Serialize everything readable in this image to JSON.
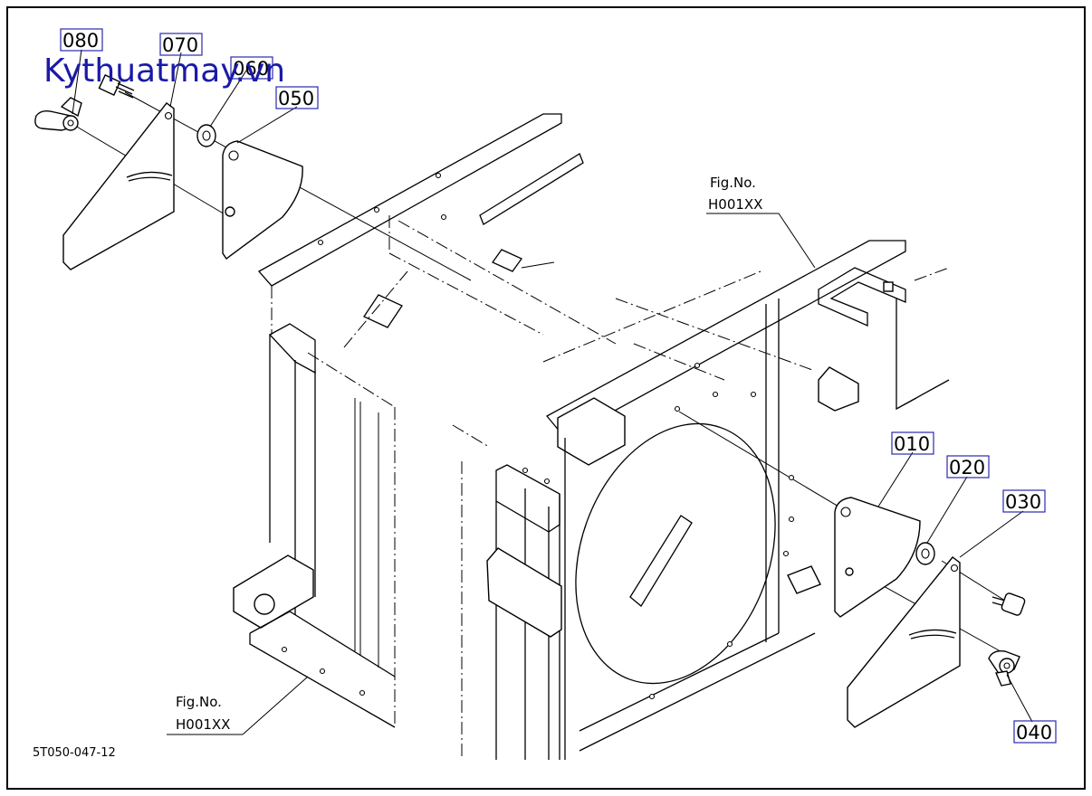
{
  "watermark": "Kythuatmay.vn",
  "drawing_code": "5T050-047-12",
  "part_callouts": [
    {
      "id": "c080",
      "label": "080"
    },
    {
      "id": "c070",
      "label": "070"
    },
    {
      "id": "c060",
      "label": "060"
    },
    {
      "id": "c050",
      "label": "050"
    },
    {
      "id": "c010",
      "label": "010"
    },
    {
      "id": "c020",
      "label": "020"
    },
    {
      "id": "c030",
      "label": "030"
    },
    {
      "id": "c040",
      "label": "040"
    }
  ],
  "figure_refs": [
    {
      "line1": "Fig.No.",
      "line2": "H001XX"
    },
    {
      "line1": "Fig.No.",
      "line2": "H001XX"
    }
  ]
}
